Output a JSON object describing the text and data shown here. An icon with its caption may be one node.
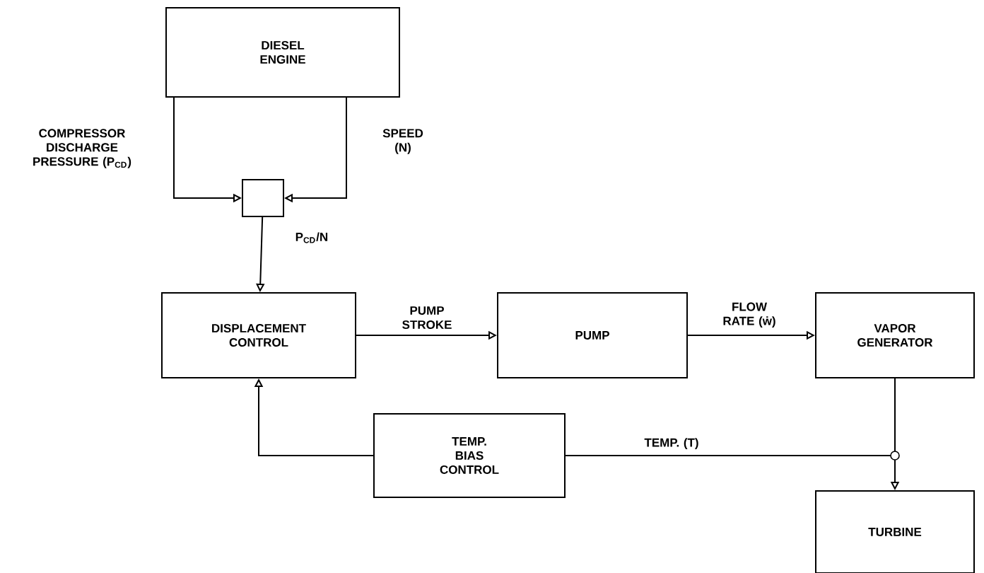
{
  "diagram": {
    "nodes": [
      {
        "text": [
          "DIESEL ENGINE"
        ]
      },
      {
        "text": [],
        "shape": "box",
        "beside": [
          "P$_{CD}$/N"
        ]
      },
      {
        "text": [
          "DISPLACEMENT CONTROL"
        ]
      },
      {
        "text": [
          "PUMP"
        ]
      },
      {
        "text": [
          "VAPOR GENERATOR"
        ]
      },
      {
        "text": [
          "TEMP. BIAS CONTROL"
        ]
      },
      {
        "text": [
          "TURBINE"
        ]
      }
    ],
    "edges": [
      {
        "from": 0,
        "to": 1,
        "arrow": "to",
        "label": "COMPRESSOR DISCHARGE PRESSURE (P$_{CD}$)"
      },
      {
        "from": 0,
        "to": 1,
        "arrow": "to",
        "label": "SPEED (N)"
      },
      {
        "from": 1,
        "to": 2,
        "arrow": "to"
      },
      {
        "from": 2,
        "to": 3,
        "arrow": "to",
        "label": "PUMP STROKE"
      },
      {
        "from": 3,
        "to": 4,
        "arrow": "to",
        "label": "FLOW RATE (ẇ)"
      },
      {
        "from": 4,
        "to": 6,
        "arrow": "to"
      },
      {
        "from": 4,
        "to": 5,
        "arrow": "none",
        "label": "TEMP. (T)"
      },
      {
        "from": 5,
        "to": 2,
        "arrow": "to"
      }
    ]
  }
}
